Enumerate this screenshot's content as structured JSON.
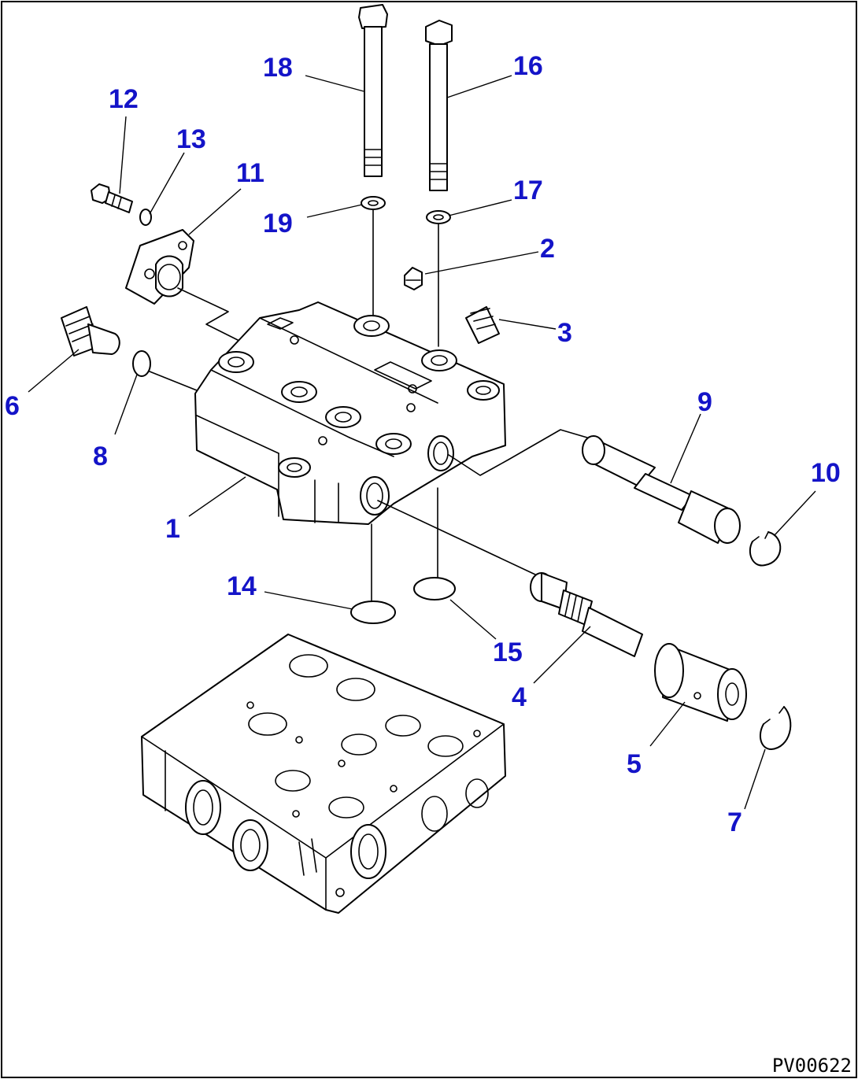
{
  "drawing_number": "PV00622",
  "callouts": [
    {
      "id": "c1",
      "label": "1"
    },
    {
      "id": "c2",
      "label": "2"
    },
    {
      "id": "c3",
      "label": "3"
    },
    {
      "id": "c4",
      "label": "4"
    },
    {
      "id": "c5",
      "label": "5"
    },
    {
      "id": "c6",
      "label": "6"
    },
    {
      "id": "c7",
      "label": "7"
    },
    {
      "id": "c8",
      "label": "8"
    },
    {
      "id": "c9",
      "label": "9"
    },
    {
      "id": "c10",
      "label": "10"
    },
    {
      "id": "c11",
      "label": "11"
    },
    {
      "id": "c12",
      "label": "12"
    },
    {
      "id": "c13",
      "label": "13"
    },
    {
      "id": "c14",
      "label": "14"
    },
    {
      "id": "c15",
      "label": "15"
    },
    {
      "id": "c16",
      "label": "16"
    },
    {
      "id": "c17",
      "label": "17"
    },
    {
      "id": "c18",
      "label": "18"
    },
    {
      "id": "c19",
      "label": "19"
    }
  ],
  "colors": {
    "callout": "#1414c8",
    "line": "#000000",
    "background": "#ffffff"
  }
}
